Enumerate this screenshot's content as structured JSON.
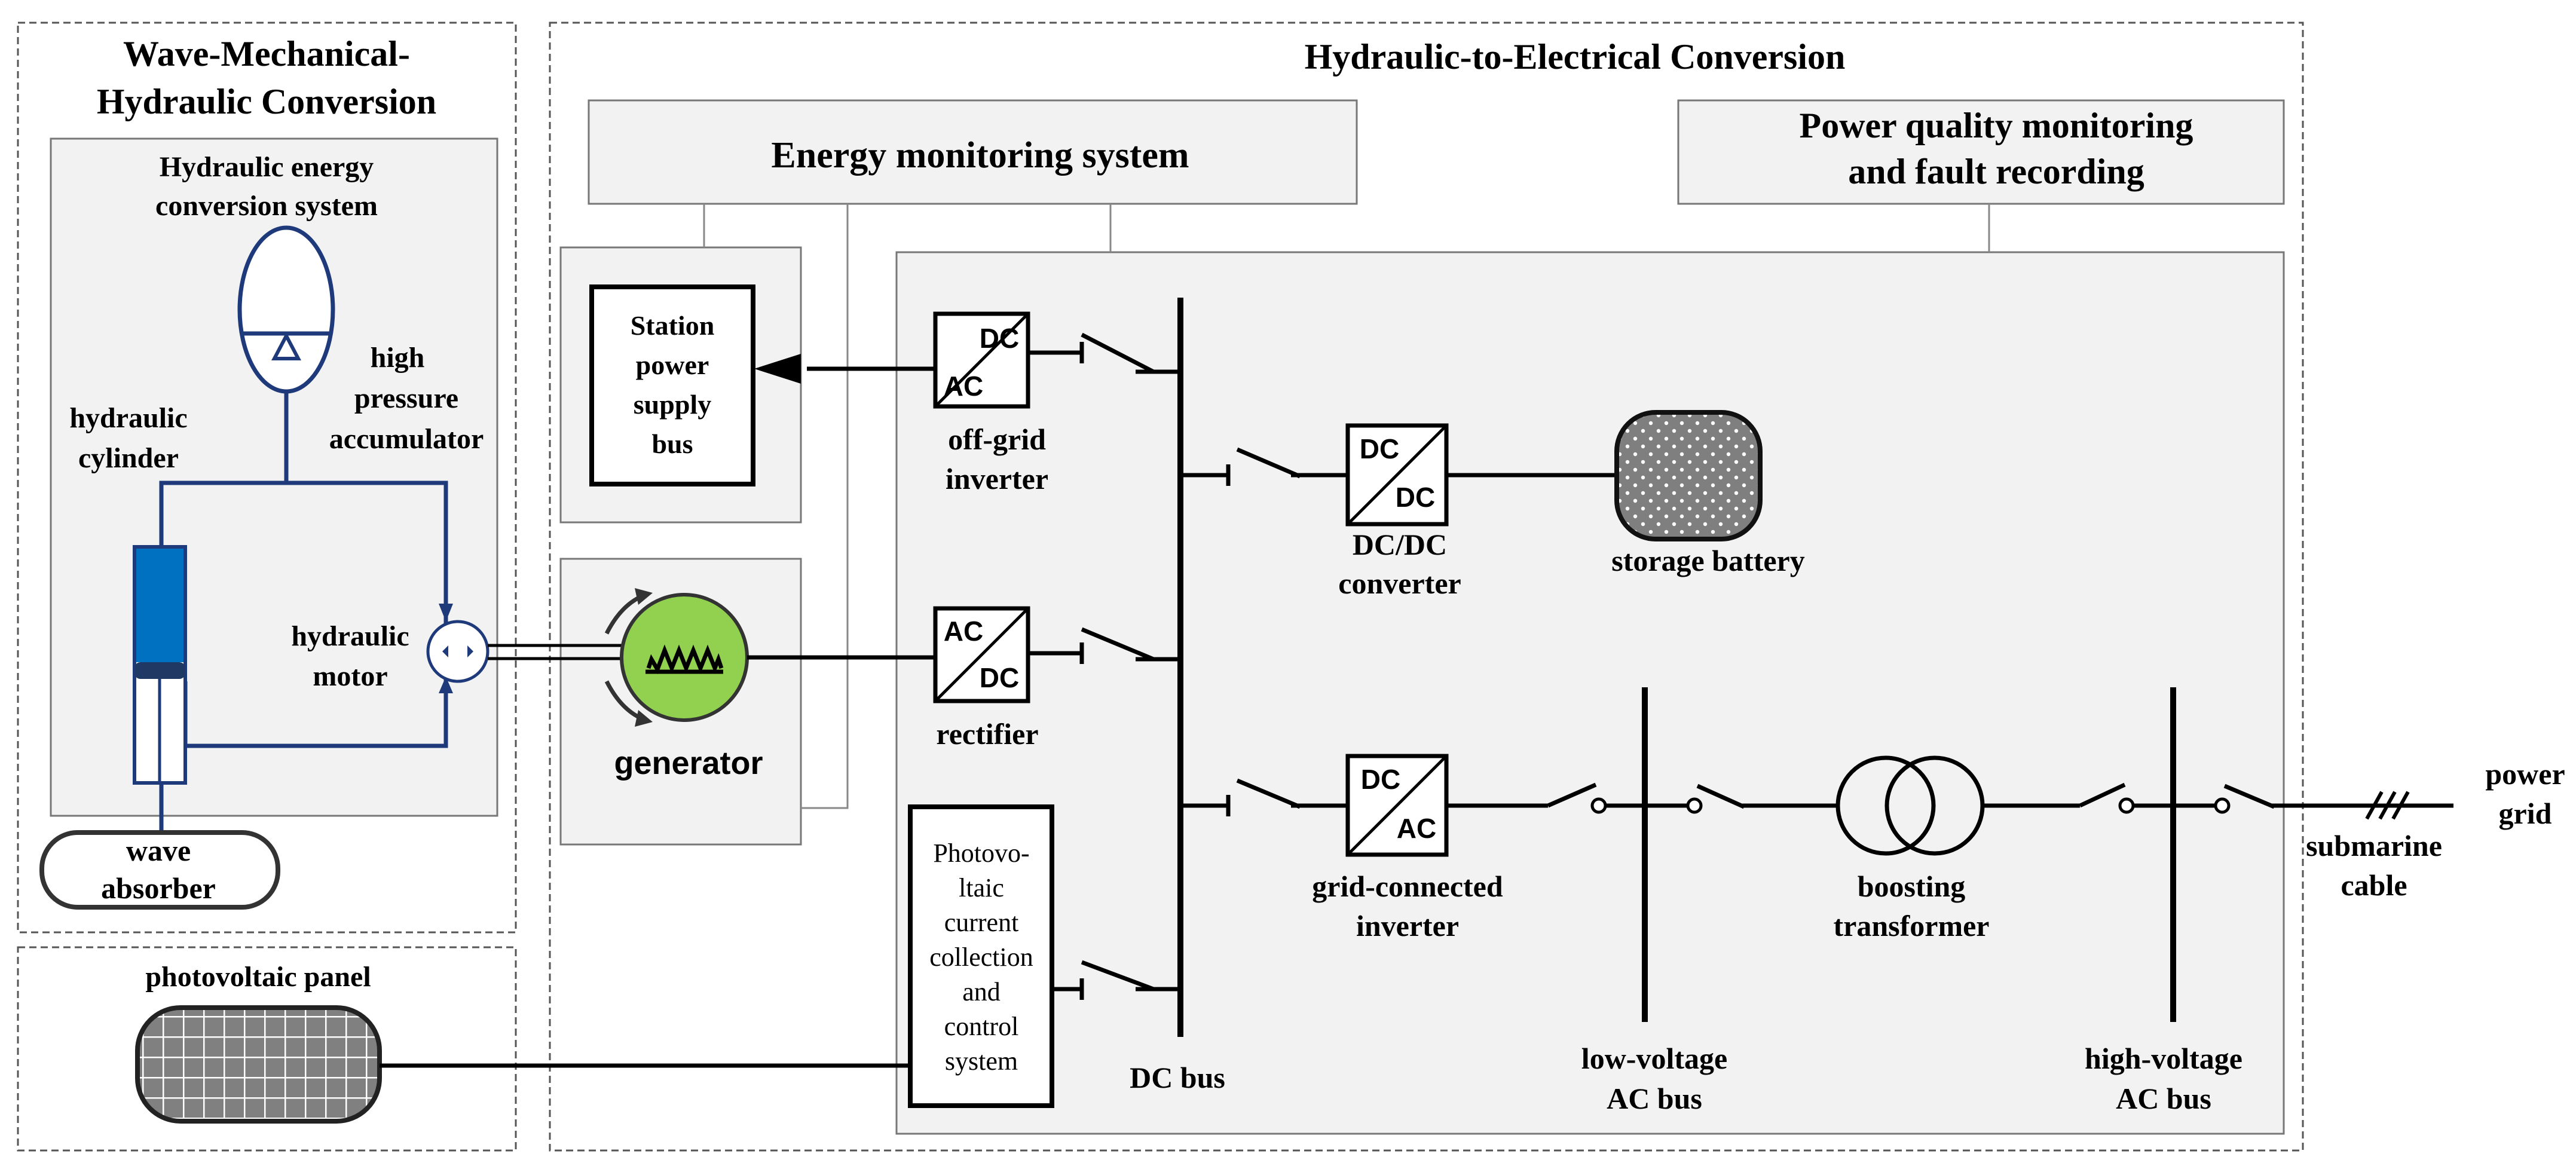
{
  "colors": {
    "panel_fill": "#f2f2f2",
    "hydraulic_line": "#1f3a7a",
    "cylinder_blue": "#0070c0",
    "piston_navy": "#1f3864",
    "generator_green": "#92d050",
    "battery_gray": "#7f7f7f",
    "pv_gray": "#808080"
  },
  "wave_section": {
    "title_line1": "Wave-Mechanical-",
    "title_line2": "Hydraulic Conversion",
    "hyd_system_line1": "Hydraulic energy",
    "hyd_system_line2": "conversion system",
    "accumulator_line1": "high",
    "accumulator_line2": "pressure",
    "accumulator_line3": "accumulator",
    "cylinder_line1": "hydraulic",
    "cylinder_line2": "cylinder",
    "motor_line1": "hydraulic",
    "motor_line2": "motor",
    "absorber_line1": "wave",
    "absorber_line2": "absorber"
  },
  "pv_section": {
    "panel_label": "photovoltaic panel"
  },
  "electrical_section": {
    "title": "Hydraulic-to-Electrical Conversion",
    "energy_monitoring": "Energy monitoring system",
    "pq_line1": "Power quality monitoring",
    "pq_line2": "and fault recording",
    "station_bus_line1": "Station",
    "station_bus_line2": "power",
    "station_bus_line3": "supply",
    "station_bus_line4": "bus",
    "generator": "generator",
    "pv_control_lines": [
      "Photovo-",
      "ltaic",
      "current",
      "collection",
      "and",
      "control",
      "system"
    ],
    "offgrid_line1": "off-grid",
    "offgrid_line2": "inverter",
    "rectifier": "rectifier",
    "dcdc_line1": "DC/DC",
    "dcdc_line2": "converter",
    "battery": "storage battery",
    "gridinv_line1": "grid-connected",
    "gridinv_line2": "inverter",
    "dc_bus": "DC bus",
    "lv_bus_line1": "low-voltage",
    "lv_bus_line2": "AC bus",
    "transformer_line1": "boosting",
    "transformer_line2": "transformer",
    "hv_bus_line1": "high-voltage",
    "hv_bus_line2": "AC bus",
    "cable_line1": "submarine",
    "cable_line2": "cable",
    "grid_line1": "power",
    "grid_line2": "grid",
    "conv_dc": "DC",
    "conv_ac": "AC"
  }
}
